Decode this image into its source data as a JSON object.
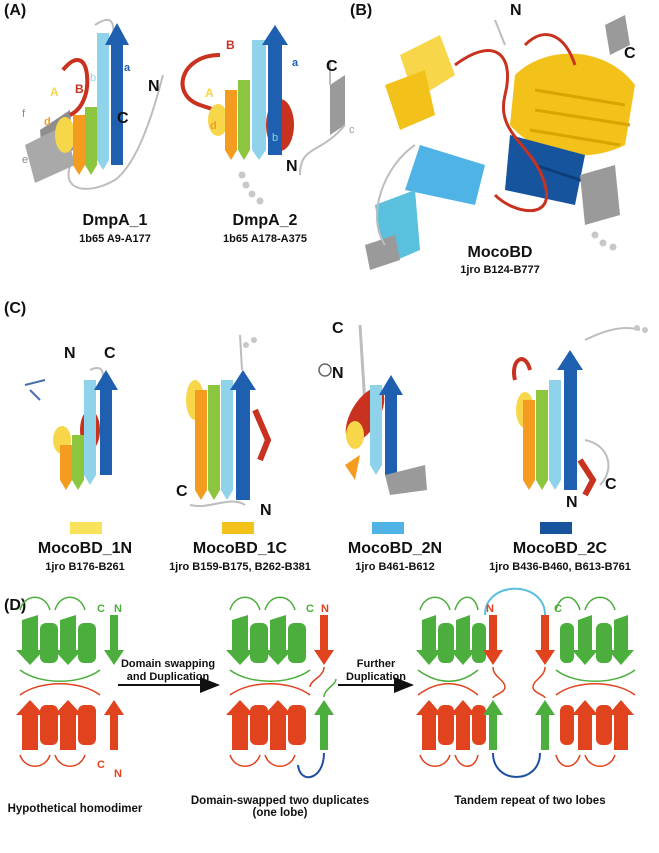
{
  "panels": {
    "a": {
      "label": "(A)",
      "structures": [
        {
          "title": "DmpA_1",
          "subtitle": "1b65 A9-A177"
        },
        {
          "title": "DmpA_2",
          "subtitle": "1b65 A178-A375"
        }
      ]
    },
    "b": {
      "label": "(B)",
      "structure": {
        "title": "MocoBD",
        "subtitle": "1jro B124-B777"
      }
    },
    "c": {
      "label": "(C)",
      "structures": [
        {
          "title": "MocoBD_1N",
          "subtitle": "1jro B176-B261",
          "swatch": "#f9e35a"
        },
        {
          "title": "MocoBD_1C",
          "subtitle": "1jro B159-B175, B262-B381",
          "swatch": "#f2c21b"
        },
        {
          "title": "MocoBD_2N",
          "subtitle": "1jro B461-B612",
          "swatch": "#4fb3e6"
        },
        {
          "title": "MocoBD_2C",
          "subtitle": "1jro B436-B460, B613-B761",
          "swatch": "#17549e"
        }
      ]
    },
    "d": {
      "label": "(D)",
      "arrow1": {
        "line1": "Domain swapping",
        "line2": "and Duplication"
      },
      "arrow2": {
        "line1": "Further",
        "line2": "Duplication"
      },
      "captions": [
        {
          "line1": "Hypothetical homodimer",
          "line2": ""
        },
        {
          "line1": "Domain-swapped two duplicates",
          "line2": "(one lobe)"
        },
        {
          "line1": "Tandem repeat of two lobes",
          "line2": ""
        }
      ]
    }
  },
  "ribbon_labels": {
    "A": "A",
    "B": "B",
    "a": "a",
    "b": "b",
    "c": "c",
    "d": "d",
    "e": "e",
    "f": "f",
    "N": "N",
    "C": "C"
  },
  "colors": {
    "strand_a": "#1f5fb0",
    "strand_b": "#8fd3ea",
    "strand_c": "#8cc63f",
    "strand_d": "#f39c1f",
    "helix_A": "#f7d64a",
    "helix_B": "#c8321f",
    "gray": "#9a9a9a",
    "green": "#4cae3c",
    "red": "#e0431e",
    "blue_loop": "#1f4fa0",
    "cyan_loop": "#5bc0de"
  }
}
